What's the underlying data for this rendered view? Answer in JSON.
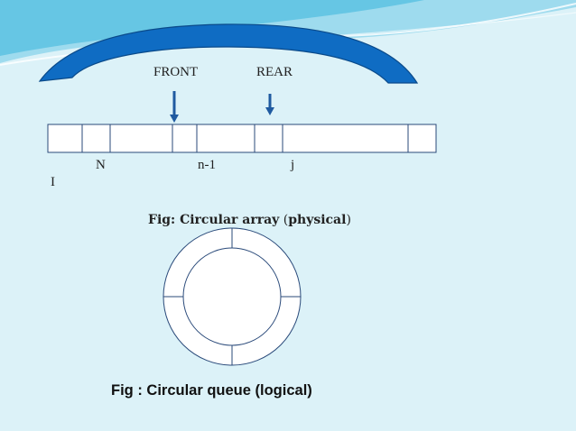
{
  "labels": {
    "front": "FRONT",
    "rear": "REAR",
    "index_n": "N",
    "index_n_minus_1": "n-1",
    "index_j": "j",
    "index_i": "I"
  },
  "captions": {
    "array_bold": "Fig: Circular array",
    "array_rest_open": "(",
    "array_rest_word": "physical",
    "array_rest_close": ")",
    "queue": "Fig : Circular queue (logical)"
  },
  "colors": {
    "background": "#dcf2f8",
    "arc_fill": "#0f6cc3",
    "arc_stroke": "#0a4a8a",
    "pointer": "#1f5aa0",
    "cell_border": "#2a4a7a",
    "wave_light": "#8fd6ec",
    "wave_mid": "#4fbedf"
  }
}
